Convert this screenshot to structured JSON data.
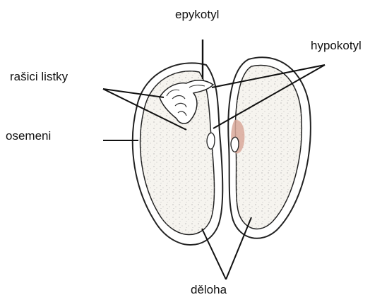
{
  "labels": {
    "epikotyl": "epykotyl",
    "hypokotyl": "hypokotyl",
    "rasici_listky": "rašici listky",
    "osemeni": "osemeni",
    "deloha": "děloha"
  },
  "colors": {
    "outline": "#222222",
    "seed_fill": "#f6f4ef",
    "stipple": "#9a9a9a",
    "radicle_tint": "#d9a89a",
    "leader_line": "#111111"
  }
}
